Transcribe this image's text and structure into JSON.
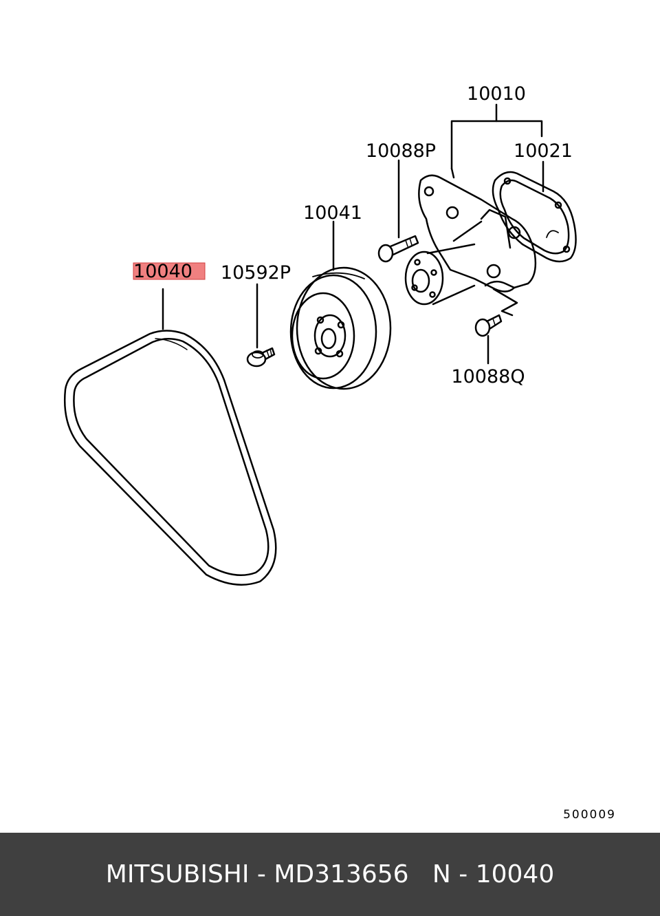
{
  "labels": {
    "water_pump_assy": "10010",
    "gasket": "10021",
    "bolt_p": "10088P",
    "pulley": "10041",
    "bolt_10592p": "10592P",
    "v_belt": "10040",
    "bolt_q": "10088Q"
  },
  "highlight_color": "#f08080",
  "reference_code": "500009",
  "footer": {
    "text": "MITSUBISHI - MD313656   N - 10040"
  }
}
